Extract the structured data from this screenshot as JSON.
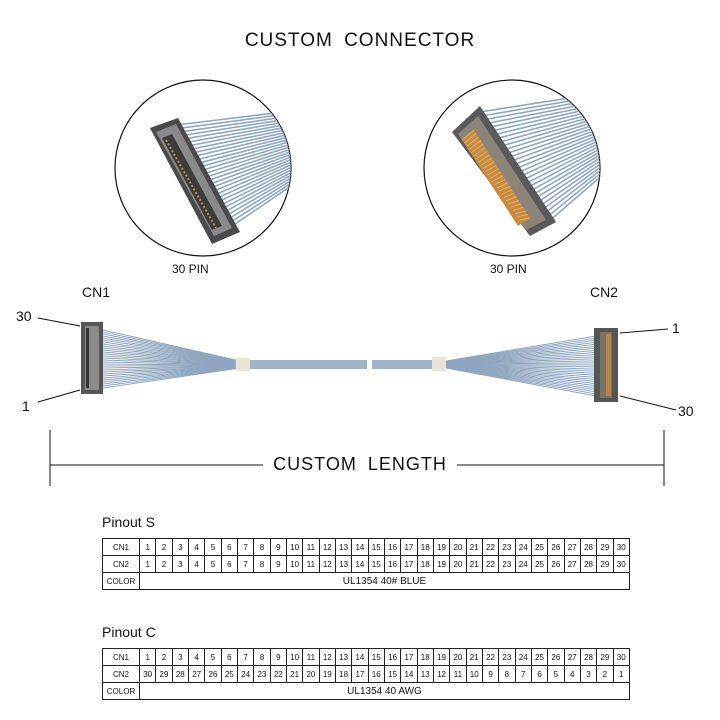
{
  "title": "CUSTOM CONNECTOR",
  "connectors": {
    "left": {
      "name": "CN1",
      "pin_label": "30 PIN",
      "top_pin": "30",
      "bottom_pin": "1"
    },
    "right": {
      "name": "CN2",
      "pin_label": "30 PIN",
      "top_pin": "1",
      "bottom_pin": "30"
    }
  },
  "length_label": "CUSTOM LENGTH",
  "pinouts": [
    {
      "title": "Pinout S",
      "row_labels": [
        "CN1",
        "CN2",
        "COLOR"
      ],
      "cn1": [
        "1",
        "2",
        "3",
        "4",
        "5",
        "6",
        "7",
        "8",
        "9",
        "10",
        "11",
        "12",
        "13",
        "14",
        "15",
        "16",
        "17",
        "18",
        "19",
        "20",
        "21",
        "22",
        "23",
        "24",
        "25",
        "26",
        "27",
        "28",
        "29",
        "30"
      ],
      "cn2": [
        "1",
        "2",
        "3",
        "4",
        "5",
        "6",
        "7",
        "8",
        "9",
        "10",
        "11",
        "12",
        "13",
        "14",
        "15",
        "16",
        "17",
        "18",
        "19",
        "20",
        "21",
        "22",
        "23",
        "24",
        "25",
        "26",
        "27",
        "28",
        "29",
        "30"
      ],
      "color": "UL1354  40# BLUE"
    },
    {
      "title": "Pinout C",
      "row_labels": [
        "CN1",
        "CN2",
        "COLOR"
      ],
      "cn1": [
        "1",
        "2",
        "3",
        "4",
        "5",
        "6",
        "7",
        "8",
        "9",
        "10",
        "11",
        "12",
        "13",
        "14",
        "15",
        "16",
        "17",
        "18",
        "19",
        "20",
        "21",
        "22",
        "23",
        "24",
        "25",
        "26",
        "27",
        "28",
        "29",
        "30"
      ],
      "cn2": [
        "30",
        "29",
        "28",
        "27",
        "26",
        "25",
        "24",
        "23",
        "22",
        "21",
        "20",
        "19",
        "18",
        "17",
        "16",
        "15",
        "14",
        "13",
        "12",
        "11",
        "10",
        "9",
        "8",
        "7",
        "6",
        "5",
        "4",
        "3",
        "2",
        "1"
      ],
      "color": "UL1354  40 AWG"
    }
  ],
  "colors": {
    "wire": "#8fa6bf",
    "connector": "#6b6b6b",
    "contacts": "#c8893a"
  }
}
